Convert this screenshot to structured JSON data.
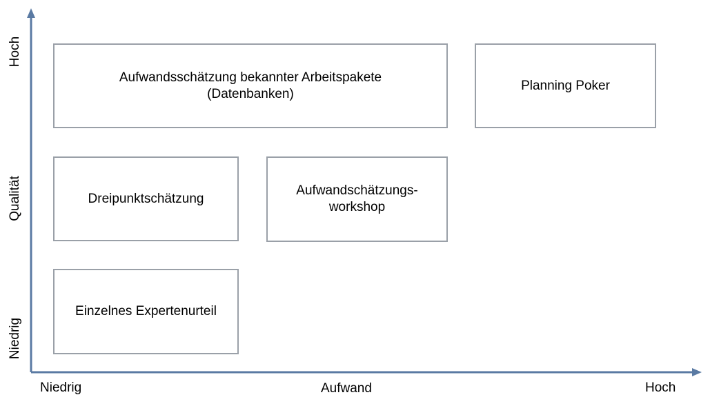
{
  "axes": {
    "x_title": "Aufwand",
    "x_low": "Niedrig",
    "x_high": "Hoch",
    "y_title": "Qualität",
    "y_low": "Niedrig",
    "y_high": "Hoch",
    "color": "#5a7aa3"
  },
  "boxes": {
    "datenbanken": "Aufwandsschätzung bekannter Arbeitspakete\n(Datenbanken)",
    "planning_poker": "Planning Poker",
    "dreipunkt": "Dreipunktschätzung",
    "workshop": "Aufwandschätzungs-\nworkshop",
    "expertenurteil": "Einzelnes Expertenurteil"
  },
  "colors": {
    "box_border": "#9aa0a8"
  }
}
